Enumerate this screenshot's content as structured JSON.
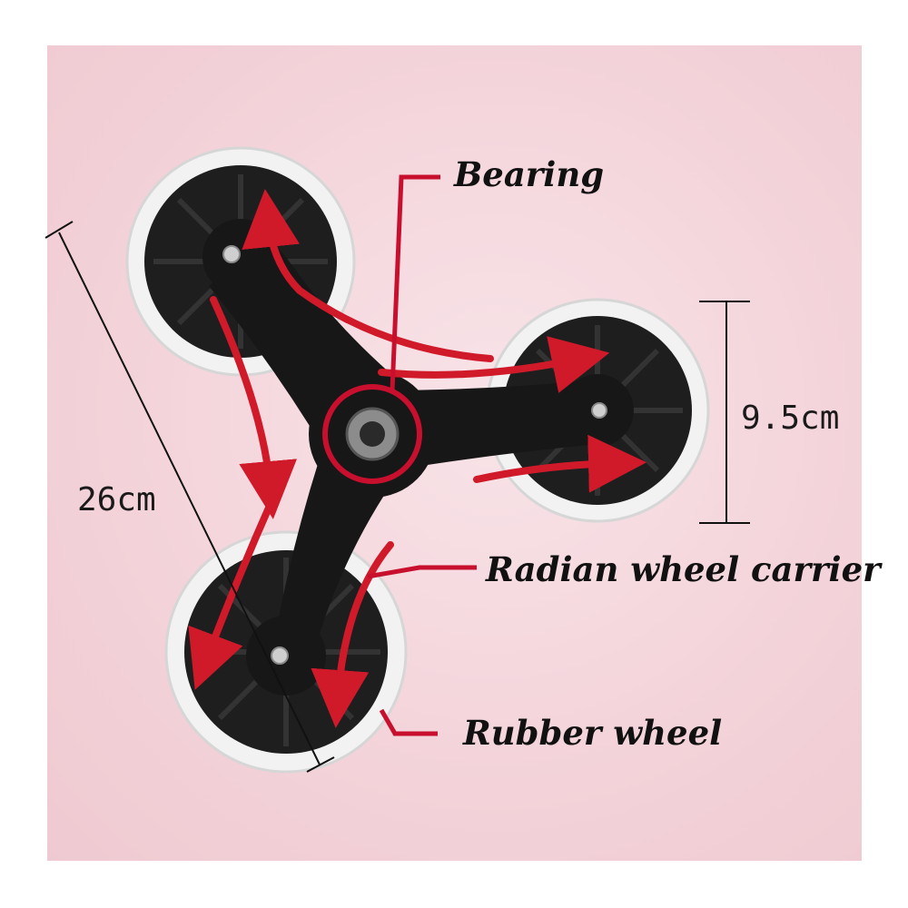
{
  "labels": {
    "bearing": "Bearing",
    "carrier": "Radian wheel carrier",
    "rubber": "Rubber wheel"
  },
  "dimensions": {
    "diagonal": "26cm",
    "wheel": "9.5cm"
  },
  "colors": {
    "background": "#f3d2d9",
    "frame": "#1c1c1c",
    "accent": "#c8102e",
    "tire": "#f2f2f2"
  }
}
